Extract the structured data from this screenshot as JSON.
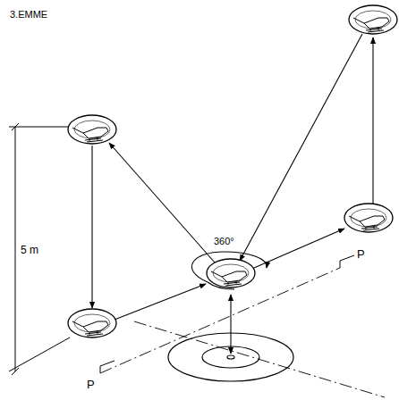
{
  "diagram": {
    "title": "3.EMME",
    "labels": [
      "5 m",
      "360°",
      "P",
      "P"
    ]
  }
}
